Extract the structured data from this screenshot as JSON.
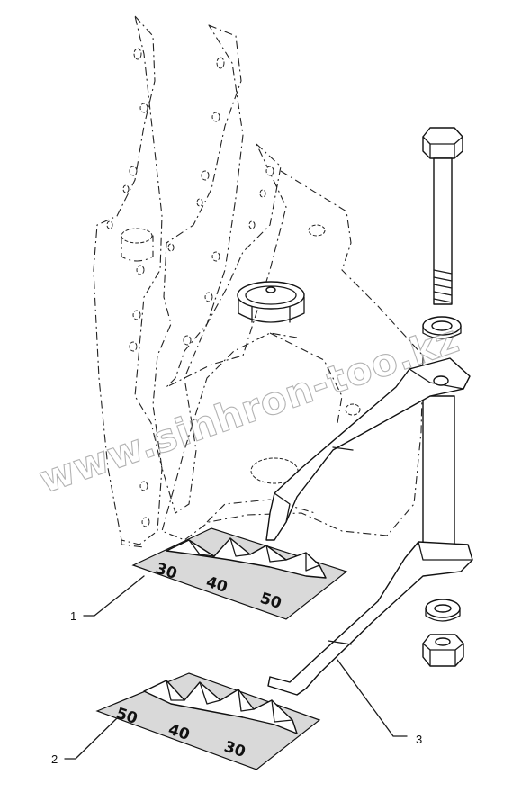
{
  "watermark": "www.sinhron-too.kz",
  "callouts": [
    {
      "label": "1"
    },
    {
      "label": "2"
    },
    {
      "label": "3"
    }
  ],
  "decals": [
    {
      "numbers": [
        "30",
        "40",
        "50"
      ]
    },
    {
      "numbers": [
        "50",
        "40",
        "30"
      ]
    }
  ]
}
